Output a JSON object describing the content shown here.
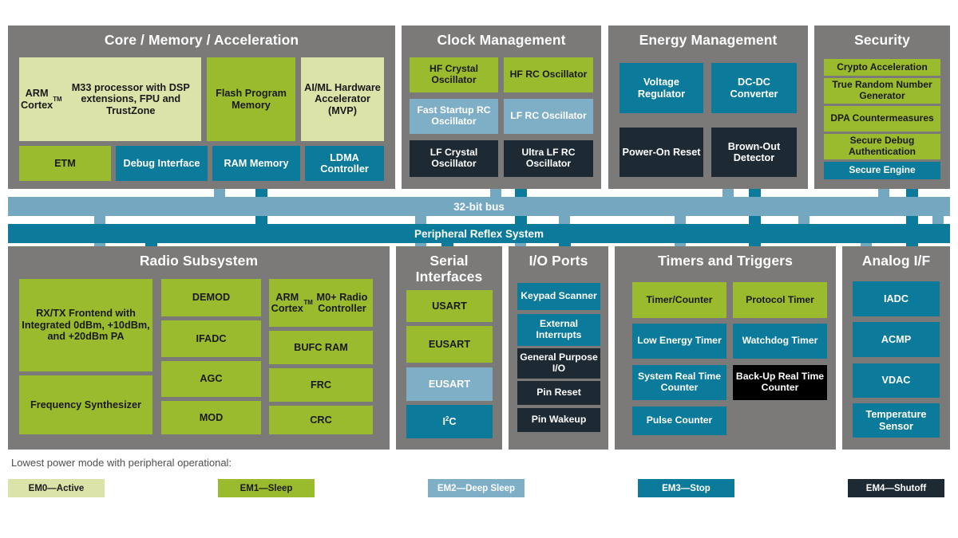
{
  "diagram": {
    "title_caption": "Lowest power mode with peripheral operational:",
    "bus_top_label": "32-bit bus",
    "bus_bottom_label": "Peripheral Reflex System"
  },
  "colors": {
    "panel_gray": "#7C7A78",
    "em0_active": "#DCE3A8",
    "em1_sleep": "#9ABB2D",
    "em2_deep_sleep": "#7FAFC6",
    "em3_stop": "#0C7B9B",
    "em4_shutoff": "#1E2A33",
    "em4_shutoff_black": "#000000",
    "bus_32bit": "#74A7C0",
    "bus_prs": "#0C7B9B",
    "background": "#FFFFFF"
  },
  "groups": {
    "core": {
      "title": "Core / Memory / Acceleration",
      "blocks": [
        {
          "label": "ARM Cortex™ M33 processor with DSP extensions, FPU and TrustZone",
          "mode": "em0"
        },
        {
          "label": "Flash Program Memory",
          "mode": "em1"
        },
        {
          "label": "AI/ML Hardware Accelerator (MVP)",
          "mode": "em0"
        },
        {
          "label": "ETM",
          "mode": "em1"
        },
        {
          "label": "Debug Interface",
          "mode": "em3"
        },
        {
          "label": "RAM Memory",
          "mode": "em3"
        },
        {
          "label": "LDMA Controller",
          "mode": "em3"
        }
      ]
    },
    "clock": {
      "title": "Clock Management",
      "blocks": [
        {
          "label": "HF Crystal Oscillator",
          "mode": "em1"
        },
        {
          "label": "HF RC Oscillator",
          "mode": "em1"
        },
        {
          "label": "Fast Startup RC Oscillator",
          "mode": "em2"
        },
        {
          "label": "LF RC Oscillator",
          "mode": "em2"
        },
        {
          "label": "LF Crystal Oscillator",
          "mode": "em4"
        },
        {
          "label": "Ultra LF RC Oscillator",
          "mode": "em4"
        }
      ]
    },
    "energy": {
      "title": "Energy Management",
      "blocks": [
        {
          "label": "Voltage Regulator",
          "mode": "em3"
        },
        {
          "label": "DC-DC Converter",
          "mode": "em3"
        },
        {
          "label": "Power-On Reset",
          "mode": "em4"
        },
        {
          "label": "Brown-Out Detector",
          "mode": "em4"
        }
      ]
    },
    "security": {
      "title": "Security",
      "blocks": [
        {
          "label": "Crypto Acceleration",
          "mode": "em1"
        },
        {
          "label": "True Random Number Generator",
          "mode": "em1"
        },
        {
          "label": "DPA Countermeasures",
          "mode": "em1"
        },
        {
          "label": "Secure Debug Authentication",
          "mode": "em1"
        },
        {
          "label": "Secure Engine",
          "mode": "em3"
        }
      ]
    },
    "radio": {
      "title": "Radio Subsystem",
      "blocks": [
        {
          "label": "RX/TX Frontend with Integrated 0dBm, +10dBm, and +20dBm PA",
          "mode": "em1"
        },
        {
          "label": "Frequency Synthesizer",
          "mode": "em1"
        },
        {
          "label": "DEMOD",
          "mode": "em1"
        },
        {
          "label": "IFADC",
          "mode": "em1"
        },
        {
          "label": "AGC",
          "mode": "em1"
        },
        {
          "label": "MOD",
          "mode": "em1"
        },
        {
          "label": "ARM Cortex™ M0+ Radio Controller",
          "mode": "em1"
        },
        {
          "label": "BUFC RAM",
          "mode": "em1"
        },
        {
          "label": "FRC",
          "mode": "em1"
        },
        {
          "label": "CRC",
          "mode": "em1"
        }
      ]
    },
    "serial": {
      "title": "Serial Interfaces",
      "blocks": [
        {
          "label": "USART",
          "mode": "em1"
        },
        {
          "label": "EUSART",
          "mode": "em1"
        },
        {
          "label": "EUSART",
          "mode": "em2"
        },
        {
          "label": "I²C",
          "mode": "em3"
        }
      ]
    },
    "io": {
      "title": "I/O Ports",
      "blocks": [
        {
          "label": "Keypad Scanner",
          "mode": "em3"
        },
        {
          "label": "External Interrupts",
          "mode": "em3"
        },
        {
          "label": "General Purpose I/O",
          "mode": "em4"
        },
        {
          "label": "Pin Reset",
          "mode": "em4"
        },
        {
          "label": "Pin Wakeup",
          "mode": "em4"
        }
      ]
    },
    "timers": {
      "title": "Timers and Triggers",
      "blocks": [
        {
          "label": "Timer/Counter",
          "mode": "em1"
        },
        {
          "label": "Protocol Timer",
          "mode": "em1"
        },
        {
          "label": "Low Energy Timer",
          "mode": "em3"
        },
        {
          "label": "Watchdog Timer",
          "mode": "em3"
        },
        {
          "label": "System Real Time Counter",
          "mode": "em3"
        },
        {
          "label": "Back-Up Real Time Counter",
          "mode": "em4b"
        },
        {
          "label": "Pulse Counter",
          "mode": "em3"
        }
      ]
    },
    "analog": {
      "title": "Analog I/F",
      "blocks": [
        {
          "label": "IADC",
          "mode": "em3"
        },
        {
          "label": "ACMP",
          "mode": "em3"
        },
        {
          "label": "VDAC",
          "mode": "em3"
        },
        {
          "label": "Temperature Sensor",
          "mode": "em3"
        }
      ]
    }
  },
  "legend": [
    {
      "label": "EM0—Active",
      "mode": "em0"
    },
    {
      "label": "EM1—Sleep",
      "mode": "em1"
    },
    {
      "label": "EM2—Deep Sleep",
      "mode": "em2"
    },
    {
      "label": "EM3—Stop",
      "mode": "em3"
    },
    {
      "label": "EM4—Shutoff",
      "mode": "em4"
    }
  ]
}
